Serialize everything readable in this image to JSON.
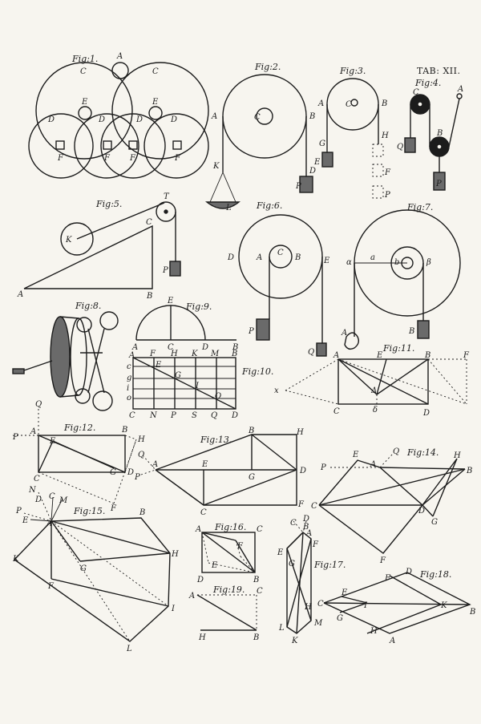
{
  "plate_title": "TAB: XII.",
  "figures": {
    "f1": {
      "title": "Fig:1.",
      "labels": [
        "A",
        "C",
        "C",
        "E",
        "E",
        "D",
        "D",
        "D",
        "D",
        "F",
        "F",
        "F",
        "F"
      ]
    },
    "f2": {
      "title": "Fig:2.",
      "labels": [
        "A",
        "C",
        "B",
        "K",
        "D",
        "P",
        "L"
      ]
    },
    "f3": {
      "title": "Fig:3.",
      "labels": [
        "A",
        "C",
        "B",
        "G",
        "E",
        "H",
        "F",
        "P"
      ]
    },
    "f4": {
      "title": "Fig:4.",
      "labels": [
        "C",
        "A",
        "Q",
        "B",
        "P"
      ]
    },
    "f5": {
      "title": "Fig:5.",
      "labels": [
        "T",
        "C",
        "K",
        "A",
        "B",
        "P"
      ]
    },
    "f6": {
      "title": "Fig:6.",
      "labels": [
        "D",
        "A",
        "C",
        "B",
        "E",
        "P",
        "Q"
      ]
    },
    "f7": {
      "title": "Fig:7.",
      "labels": [
        "α",
        "a",
        "b",
        "β",
        "A",
        "B"
      ]
    },
    "f8": {
      "title": "Fig:8."
    },
    "f9": {
      "title": "Fig:9.",
      "labels": [
        "E",
        "A",
        "C",
        "D",
        "B"
      ]
    },
    "f10": {
      "title": "Fig:10.",
      "labels": [
        "A",
        "F",
        "H",
        "K",
        "M",
        "B",
        "E",
        "G",
        "I",
        "c",
        "g",
        "i",
        "o",
        "O",
        "C",
        "N",
        "P",
        "S",
        "Q",
        "D"
      ]
    },
    "f11": {
      "title": "Fig:11.",
      "labels": [
        "A",
        "E",
        "B",
        "F",
        "Δ",
        "δ",
        "x",
        "C",
        "D"
      ]
    },
    "f12": {
      "title": "Fig:12.",
      "labels": [
        "Q",
        "P",
        "A",
        "B",
        "H",
        "E",
        "G",
        "D",
        "C",
        "F"
      ]
    },
    "f13": {
      "title": "Fig:13.",
      "labels": [
        "B",
        "H",
        "Q",
        "A",
        "P",
        "E",
        "G",
        "D",
        "C",
        "F"
      ]
    },
    "f14": {
      "title": "Fig:14.",
      "labels": [
        "E",
        "A",
        "Q",
        "H",
        "P",
        "B",
        "C",
        "D",
        "G",
        "F"
      ]
    },
    "f15": {
      "title": "Fig:15.",
      "labels": [
        "N",
        "D",
        "C",
        "M",
        "P",
        "E",
        "A",
        "B",
        "K",
        "G",
        "H",
        "F",
        "I",
        "L"
      ]
    },
    "f16": {
      "title": "Fig:16.",
      "labels": [
        "A",
        "C",
        "F",
        "E",
        "D",
        "B"
      ]
    },
    "f17": {
      "title": "Fig:17.",
      "labels": [
        "D",
        "B",
        "C",
        "A",
        "E",
        "F",
        "G",
        "H",
        "L",
        "M",
        "K"
      ]
    },
    "f18": {
      "title": "Fig:18.",
      "labels": [
        "D",
        "F",
        "E",
        "C",
        "I",
        "K",
        "G",
        "B",
        "H",
        "A"
      ]
    },
    "f19": {
      "title": "Fig:19.",
      "labels": [
        "A",
        "C",
        "H",
        "B"
      ]
    }
  }
}
